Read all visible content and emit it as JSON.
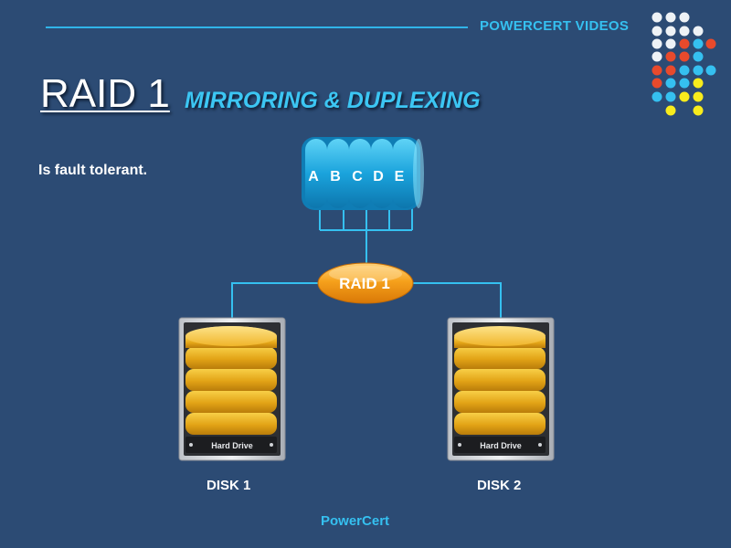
{
  "header": {
    "brand": "POWERCERT VIDEOS"
  },
  "slide": {
    "title": "RAID 1",
    "subtitle": "MIRRORING & DUPLEXING",
    "bullet": "Is fault tolerant."
  },
  "diagram": {
    "stripes": [
      "A",
      "B",
      "C",
      "D",
      "E"
    ],
    "controller_label": "RAID 1",
    "drive_face_label": "Hard Drive",
    "disks": [
      {
        "label": "DISK 1"
      },
      {
        "label": "DISK 2"
      }
    ]
  },
  "footer": {
    "brand": "PowerCert"
  },
  "colors": {
    "background": "#2c4b74",
    "accent_cyan": "#35c0f0",
    "controller_orange": "#f39a12",
    "drive_gold": "#e8a81a",
    "dot_red": "#e84a2c",
    "dot_yellow": "#f8ec1c",
    "dot_white": "#eef2f6"
  }
}
